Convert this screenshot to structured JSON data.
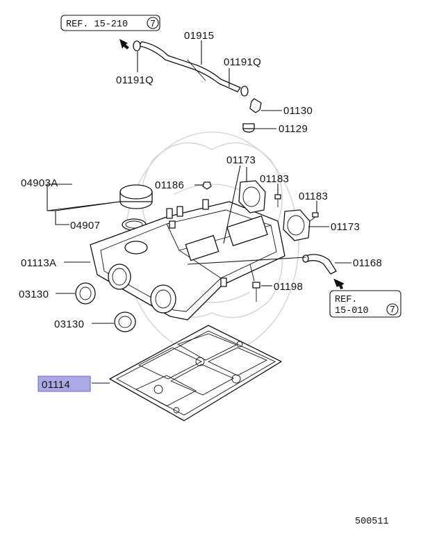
{
  "references": {
    "top": {
      "prefix": "REF. 15-210",
      "circled": "7"
    },
    "right": {
      "line1": "REF.",
      "line2": "15-010",
      "circled": "7"
    }
  },
  "parts": {
    "p01915": "01915",
    "p01191q_right": "01191Q",
    "p01191q_left": "01191Q",
    "p01130": "01130",
    "p01129": "01129",
    "p01173_top": "01173",
    "p04903a": "04903A",
    "p01186": "01186",
    "p01183_a": "01183",
    "p01183_b": "01183",
    "p04907": "04907",
    "p01173_right": "01173",
    "p01113a": "01113A",
    "p01168": "01168",
    "p03130_a": "03130",
    "p01198": "01198",
    "p03130_b": "03130",
    "p01114": "01114"
  },
  "highlight_part": "01114",
  "highlight_color": "#a9a9e6",
  "footer_code": "500511"
}
